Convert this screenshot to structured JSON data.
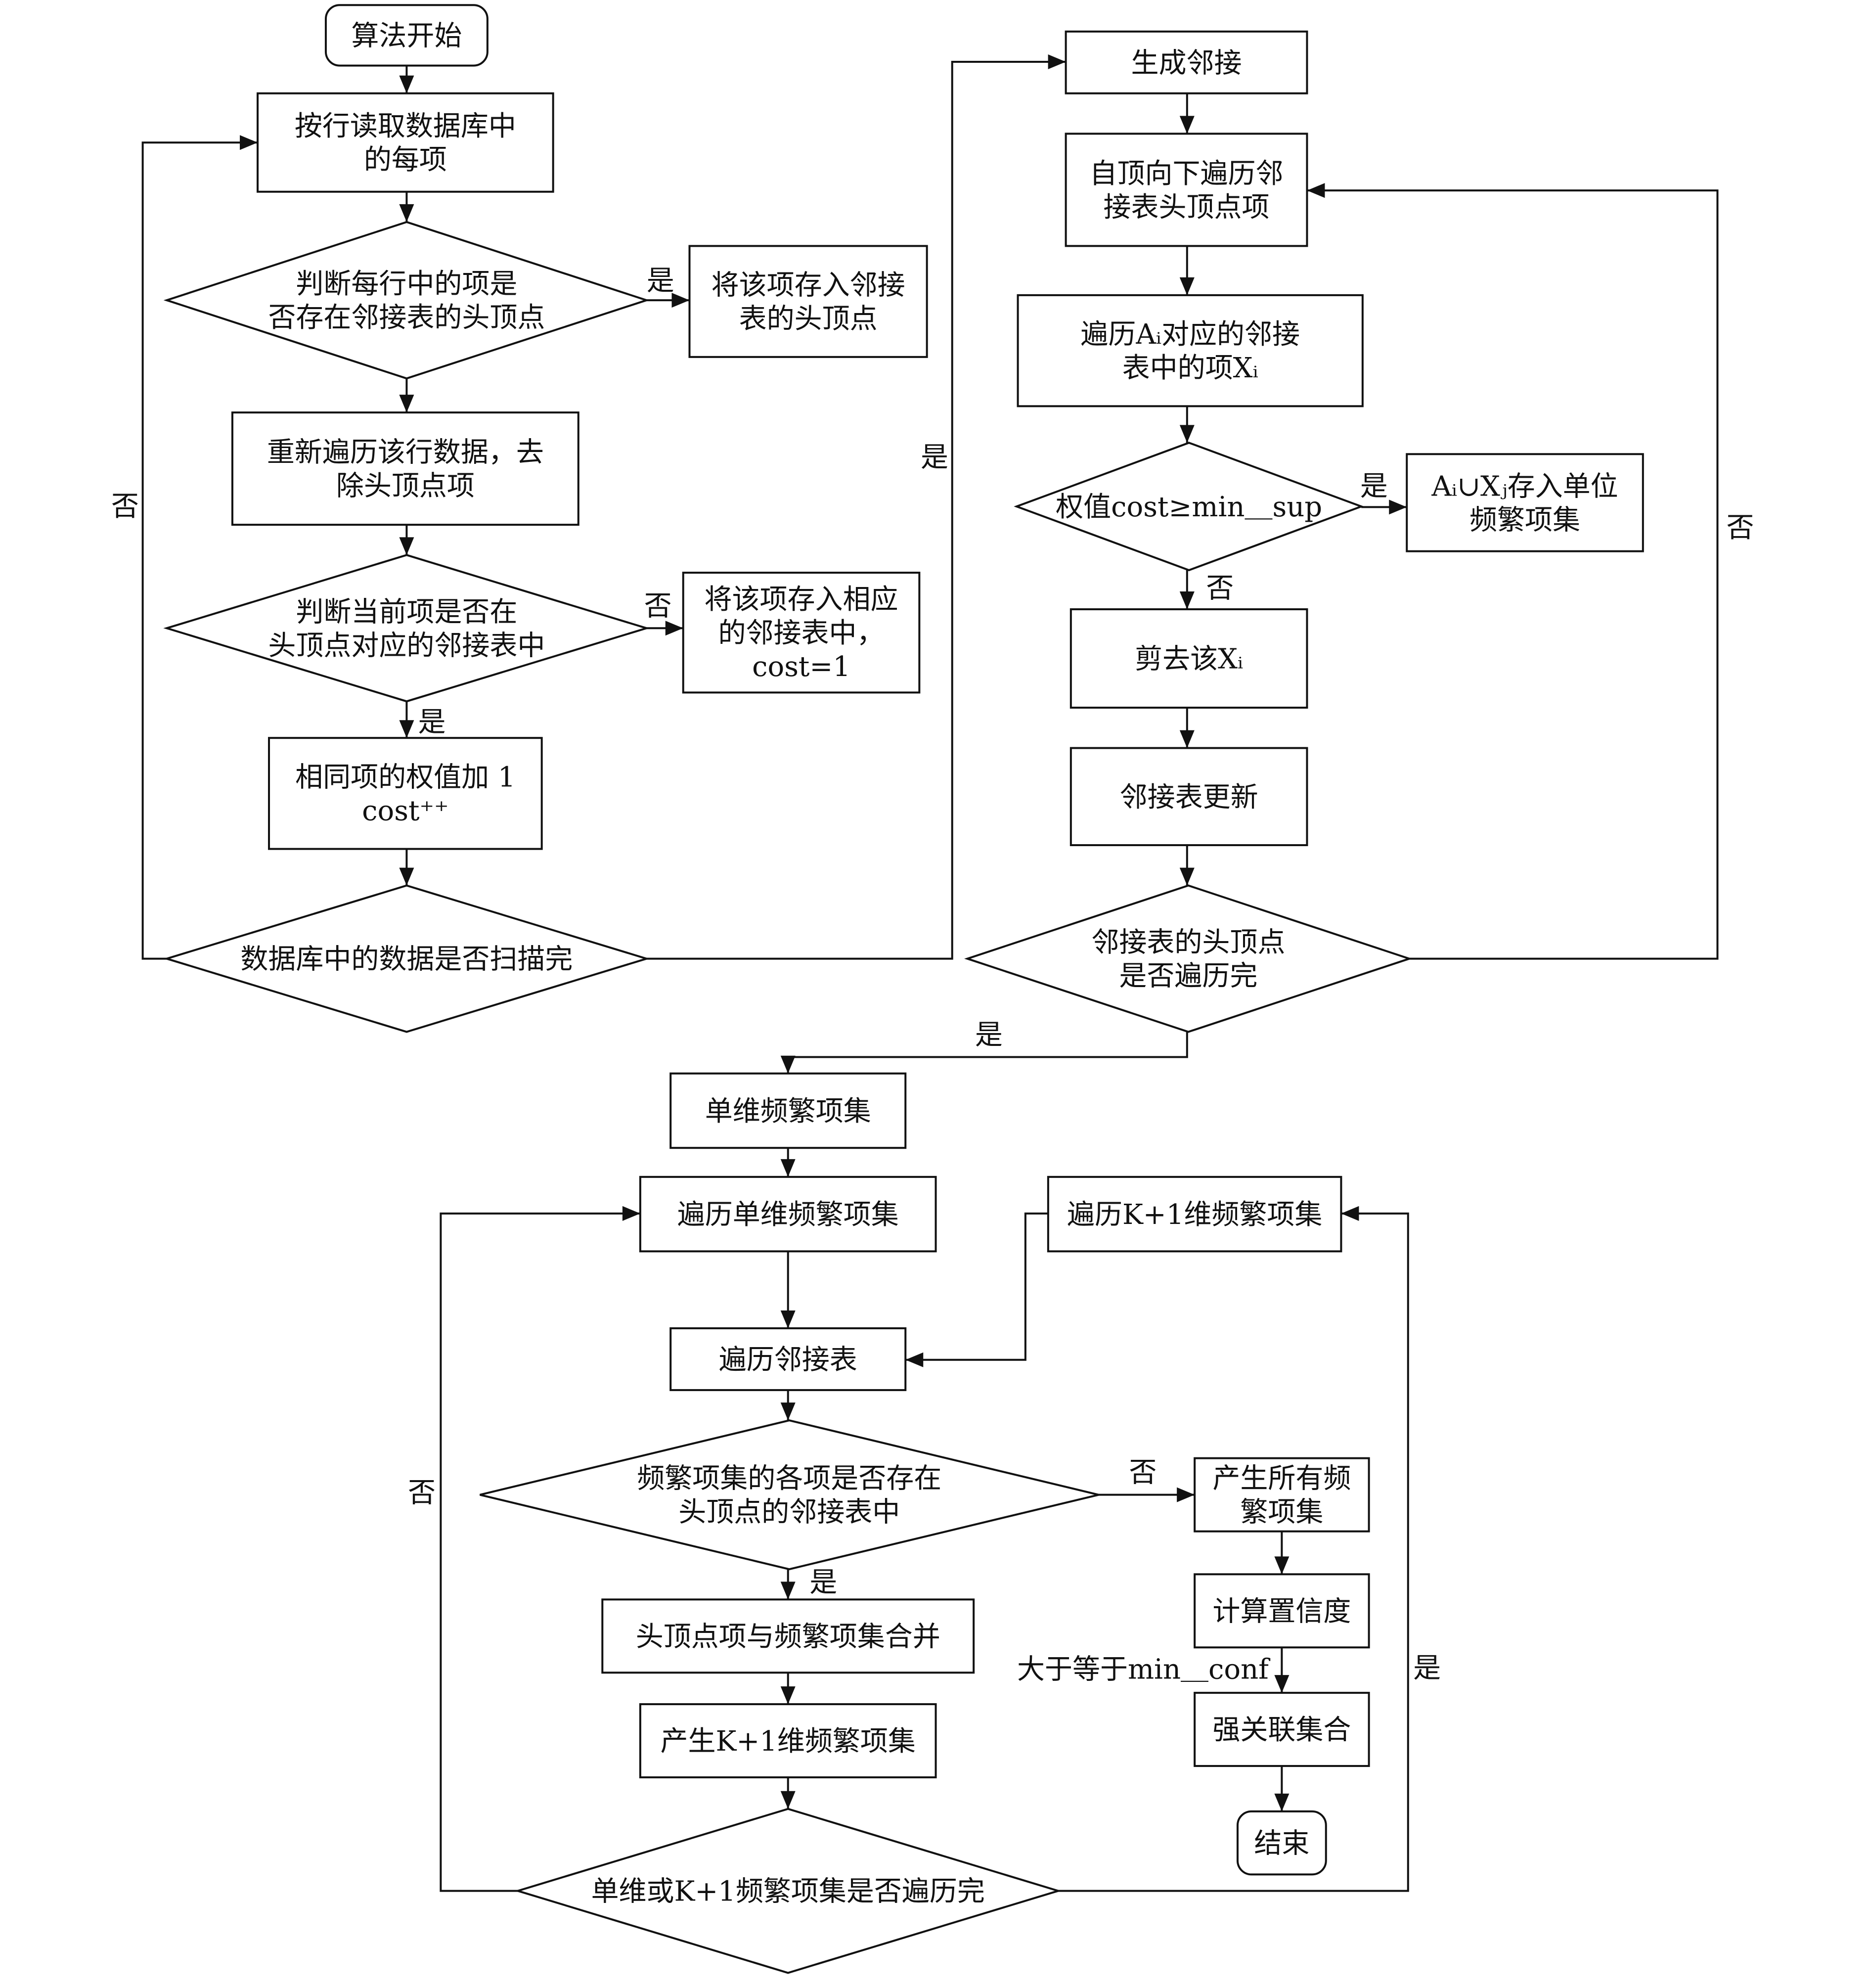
{
  "nodes": {
    "start": [
      "算法开始"
    ],
    "read_row": [
      "按行读取数据库中",
      "的每项"
    ],
    "judge_head": [
      "判断每行中的项是",
      "否存在邻接表的头顶点"
    ],
    "store_head": [
      "将该项存入邻接",
      "表的头顶点"
    ],
    "retraverse": [
      "重新遍历该行数据，去",
      "除头顶点项"
    ],
    "judge_current": [
      "判断当前项是否在",
      "头顶点对应的邻接表中"
    ],
    "store_adj": [
      "将该项存入相应",
      "的邻接表中，",
      "cost=1"
    ],
    "add_weight": [
      "相同项的权值加  1",
      "cost⁺⁺"
    ],
    "scan_done": [
      "数据库中的数据是否扫描完"
    ],
    "gen_adj": [
      "生成邻接"
    ],
    "topdown": [
      "自顶向下遍历邻",
      "接表头顶点项"
    ],
    "traverse_ai": [
      "遍历Aᵢ对应的邻接",
      "表中的项Xᵢ"
    ],
    "weight_cmp": [
      "权值cost≥min＿sup"
    ],
    "store_unit": [
      "Aᵢ∪Xⱼ存入单位",
      "频繁项集"
    ],
    "prune": [
      "剪去该Xᵢ"
    ],
    "update_adj": [
      "邻接表更新"
    ],
    "head_done": [
      "邻接表的头顶点",
      "是否遍历完"
    ],
    "single_freq": [
      "单维频繁项集"
    ],
    "traverse_single": [
      "遍历单维频繁项集"
    ],
    "traverse_k1": [
      "遍历K+1维频繁项集"
    ],
    "traverse_adj": [
      "遍历邻接表"
    ],
    "judge_items": [
      "频繁项集的各项是否存在",
      "头顶点的邻接表中"
    ],
    "gen_all": [
      "产生所有频",
      "繁项集"
    ],
    "calc_conf": [
      "计算置信度"
    ],
    "merge": [
      "头顶点项与频繁项集合并"
    ],
    "gen_k1": [
      "产生K+1维频繁项集"
    ],
    "strong": [
      "强关联集合"
    ],
    "end": [
      "结束"
    ],
    "final_done": [
      "单维或K+1频繁项集是否遍历完"
    ]
  },
  "edge_labels": {
    "yes_store_head": "是",
    "no_loop_read": "否",
    "no_store_adj": "否",
    "yes_add_weight": "是",
    "yes_to_gen_adj": "是",
    "yes_store_unit": "是",
    "no_prune": "否",
    "no_loop_topdown": "否",
    "yes_single_freq": "是",
    "no_gen_all": "否",
    "yes_merge": "是",
    "no_loop_single": "否",
    "yes_loop_k1": "是",
    "min_conf": "大于等于min＿conf"
  }
}
